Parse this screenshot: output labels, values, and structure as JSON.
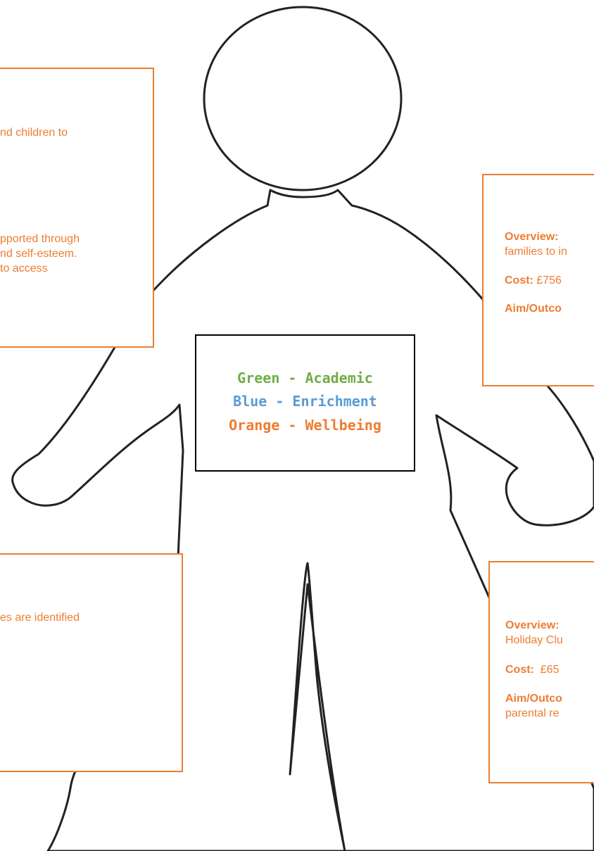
{
  "boxes": {
    "top_left": {
      "line1": "nd children to",
      "line2": "pported through",
      "line3": "nd self-esteem.",
      "line4": "to access"
    },
    "bottom_left": {
      "line1": "es are identified"
    },
    "top_right": {
      "overview_label": "Overview:",
      "overview_text": "families to in",
      "cost_label": "Cost:",
      "cost_value": "£756",
      "aim_label": "Aim/Outco"
    },
    "bottom_right": {
      "overview_label": "Overview:",
      "overview_text": "Holiday Clu",
      "cost_label": "Cost:",
      "cost_value": "£65",
      "aim_label": "Aim/Outco",
      "aim_text": "parental re"
    }
  },
  "key": {
    "academic": "Green - Academic",
    "enrichment": "Blue - Enrichment",
    "wellbeing": "Orange - Wellbeing"
  },
  "colors": {
    "academic": "#70ad47",
    "enrichment": "#5b9bd5",
    "wellbeing": "#ed7d31",
    "outline": "#222222"
  }
}
